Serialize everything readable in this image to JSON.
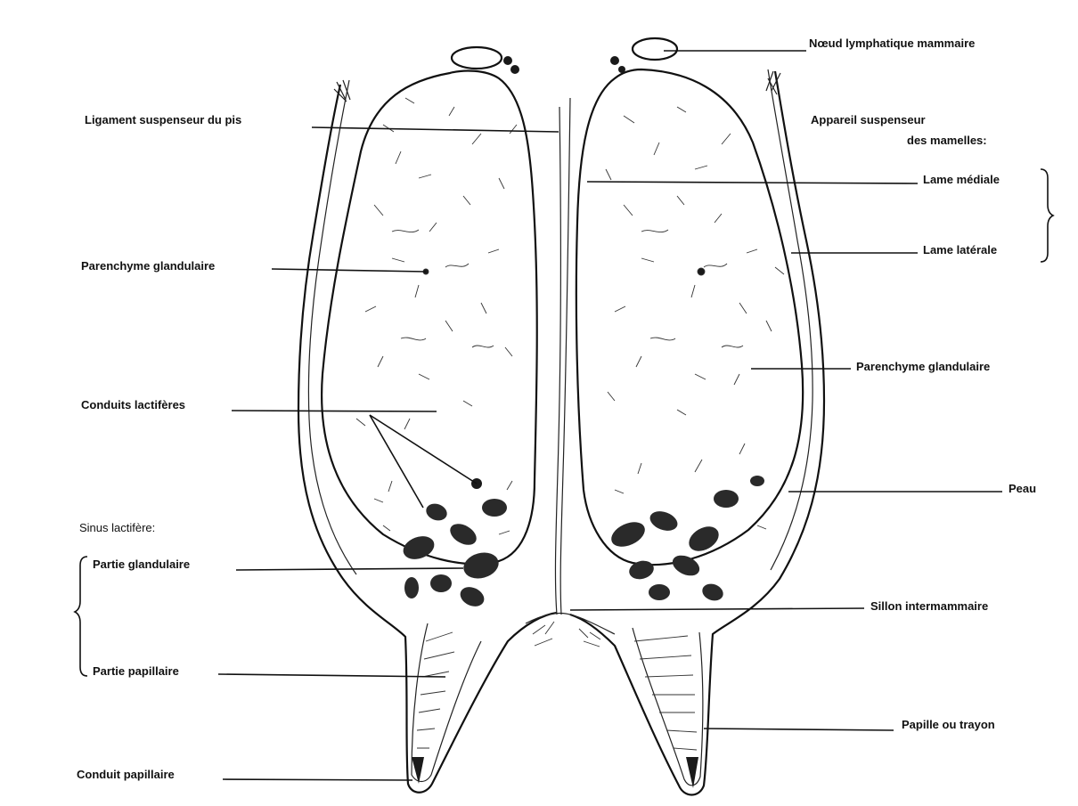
{
  "diagram": {
    "labels": {
      "noeud_lymphatique": "Nœud lymphatique mammaire",
      "ligament_suspenseur": "Ligament suspenseur du pis",
      "appareil_line1": "Appareil suspenseur",
      "appareil_line2": "des mamelles:",
      "lame_mediale": "Lame médiale",
      "lame_laterale": "Lame latérale",
      "parenchyme_left": "Parenchyme glandulaire",
      "parenchyme_right": "Parenchyme glandulaire",
      "conduits_lactiferes": "Conduits lactifères",
      "peau": "Peau",
      "sinus_lactifere": "Sinus lactifère:",
      "partie_glandulaire": "Partie glandulaire",
      "sillon_intermammaire": "Sillon intermammaire",
      "partie_papillaire": "Partie papillaire",
      "papille_trayon": "Papille ou trayon",
      "conduit_papillaire": "Conduit papillaire"
    }
  }
}
